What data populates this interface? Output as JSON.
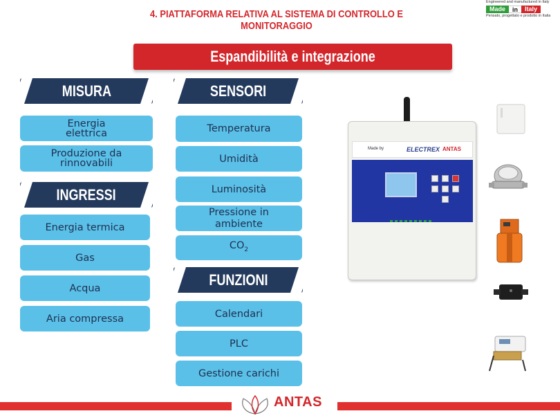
{
  "title": {
    "line1": "4.  PIATTAFORMA RELATIVA AL SISTEMA DI CONTROLLO E",
    "line2": "MONITORAGGIO"
  },
  "badge": {
    "top": "Engineered and manufactured in Italy",
    "made": "Made",
    "in": "in",
    "italy": "Italy",
    "bottom": "Pensato, progettato e prodotto in Italia"
  },
  "banner": "Espandibilità e integrazione",
  "misura": {
    "header": "MISURA",
    "items": [
      "Energia\nelettrica",
      "Produzione da\nrinnovabili"
    ]
  },
  "ingressi": {
    "header": "INGRESSI",
    "items": [
      "Energia termica",
      "Gas",
      "Acqua",
      "Aria compressa"
    ]
  },
  "sensori": {
    "header": "SENSORI",
    "items": [
      "Temperatura",
      "Umidità",
      "Luminosità",
      "Pressione in\nambiente"
    ],
    "co2_main": "CO",
    "co2_sub": "2"
  },
  "funzioni": {
    "header": "FUNZIONI",
    "items": [
      "Calendari",
      "PLC",
      "Gestione carichi"
    ]
  },
  "device": {
    "made_by": "Made by",
    "brand": "ELECTREX",
    "partner": "ANTAS"
  },
  "footer": {
    "brand": "ANTAS"
  }
}
